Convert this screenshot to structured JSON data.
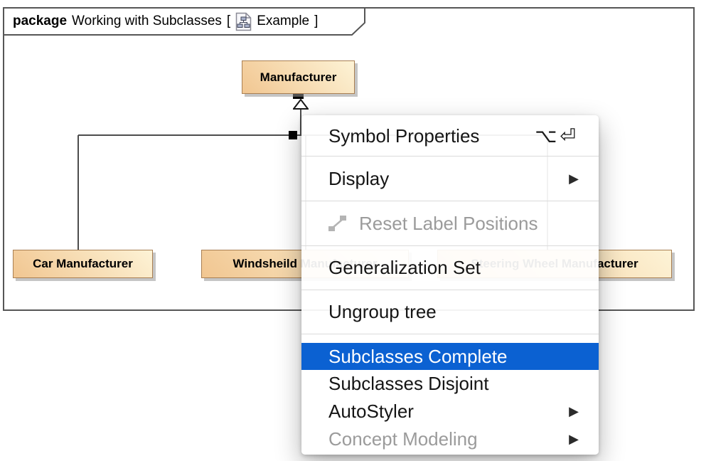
{
  "diagram": {
    "header": {
      "keyword": "package",
      "name": "Working with Subclasses",
      "open_bracket": "[",
      "diagram_name": "Example",
      "close_bracket": "]",
      "icon": "class-diagram-icon"
    },
    "classes": [
      {
        "name": "Manufacturer"
      },
      {
        "name": "Car Manufacturer"
      },
      {
        "name": "Windsheild Manufacturer"
      },
      {
        "name": "Steering Wheel Manufacturer"
      }
    ],
    "relationship": "generalization-tree"
  },
  "context_menu": {
    "submenu_arrow": "▶",
    "items": [
      {
        "label": "Symbol Properties",
        "shortcut": "⌥⏎",
        "state": "normal"
      },
      {
        "label": "Display",
        "state": "normal",
        "submenu": true
      },
      {
        "label": "Reset Label Positions",
        "state": "disabled",
        "icon": "reset-label-positions-icon"
      },
      {
        "label": "Generalization Set",
        "state": "normal"
      },
      {
        "label": "Ungroup tree",
        "state": "normal"
      },
      {
        "label": "Subclasses Complete",
        "state": "selected"
      },
      {
        "label": "Subclasses Disjoint",
        "state": "normal"
      },
      {
        "label": "AutoStyler",
        "state": "normal",
        "submenu": true
      },
      {
        "label": "Concept Modeling",
        "state": "disabled",
        "submenu": true
      }
    ],
    "colors": {
      "highlight": "#0b61d2",
      "highlight_text": "#ffffff",
      "disabled_text": "#9b9b9b",
      "separator": "#dadada"
    }
  },
  "colors": {
    "class_fill_dark": "#f1c691",
    "class_fill_light": "#fdf3d6",
    "class_border": "#a97f52",
    "frame_border": "#565656",
    "edge": "#4d4d4d"
  }
}
